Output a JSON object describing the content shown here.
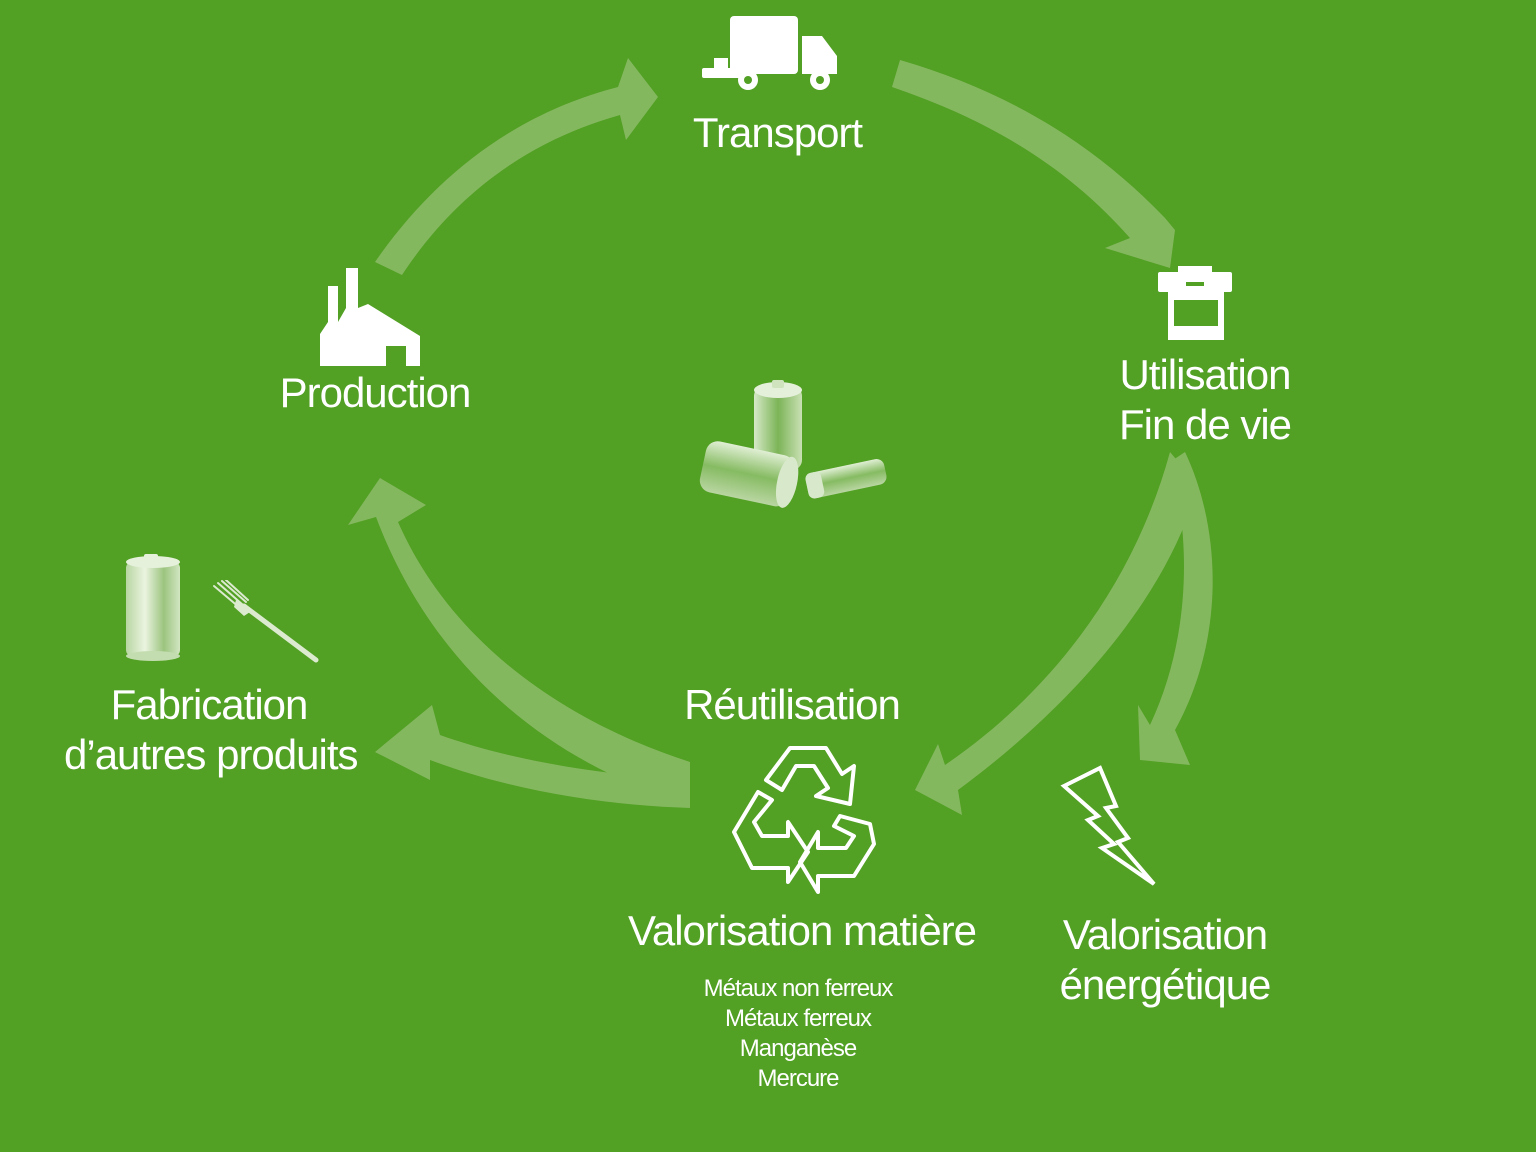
{
  "nodes": {
    "transport": {
      "label": "Transport"
    },
    "utilisation": {
      "lines": [
        "Utilisation",
        "Fin de vie"
      ]
    },
    "production": {
      "label": "Production"
    },
    "fabrication": {
      "lines": [
        "Fabrication",
        "d’autres produits"
      ]
    },
    "reutilisation": {
      "label": "Réutilisation"
    },
    "valorisation_matiere": {
      "label": "Valorisation matière",
      "materials": [
        "Métaux non ferreux",
        "Métaux ferreux",
        "Manganèse",
        "Mercure"
      ]
    },
    "valorisation_energetique": {
      "lines": [
        "Valorisation",
        "énergétique"
      ]
    }
  },
  "icons": {
    "transport": "truck-icon",
    "utilisation": "printer-icon",
    "production": "factory-icon",
    "center": "batteries-icon",
    "fabrication": [
      "can-icon",
      "fork-icon"
    ],
    "recycling": "recycling-icon",
    "energy": "lightning-icon"
  },
  "colors": {
    "background": "#52a024",
    "arrow": "#84b85f",
    "text": "#ffffff"
  }
}
